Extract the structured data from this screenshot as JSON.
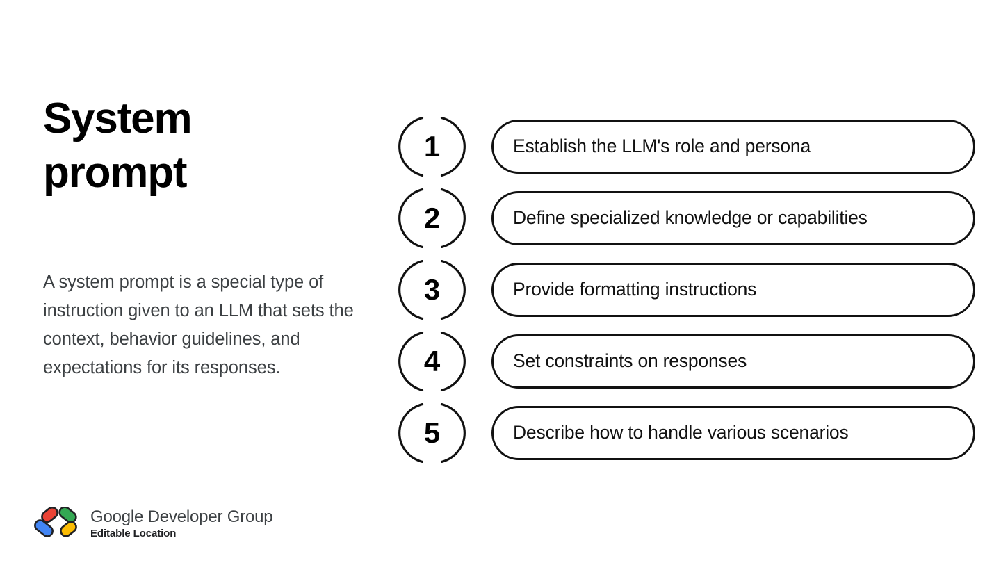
{
  "slide": {
    "title": "System prompt",
    "body": "A system prompt is a special type of instruction given to an LLM that sets the context, behavior guidelines, and expectations for its responses.",
    "background_color": "#ffffff",
    "title_color": "#000000",
    "body_color": "#3c4043",
    "outline_color": "#111111"
  },
  "steps": [
    {
      "number": "1",
      "label": "Establish the LLM's role and persona"
    },
    {
      "number": "2",
      "label": "Define specialized knowledge or capabilities"
    },
    {
      "number": "3",
      "label": "Provide formatting instructions"
    },
    {
      "number": "4",
      "label": "Set constraints on responses"
    },
    {
      "number": "5",
      "label": "Describe how to handle various scenarios"
    }
  ],
  "footer": {
    "logo_name": "gdg-logo-icon",
    "org_name": "Google Developer Group",
    "chapter": "Editable Location",
    "logo_colors": {
      "red": "#EA4335",
      "blue": "#4285F4",
      "green": "#34A853",
      "yellow": "#FBBC04",
      "stroke": "#202124"
    }
  }
}
